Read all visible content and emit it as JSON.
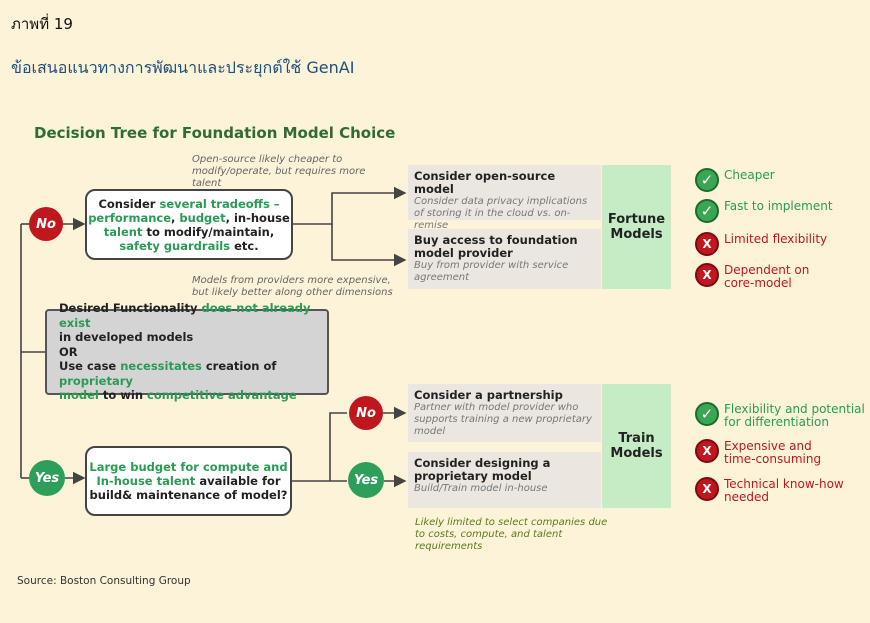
{
  "figure_label": "ภาพที่ 19",
  "page_heading": "ข้อเสนอแนวทางการพัฒนาและประยุกต์ใช้ GenAI",
  "diagram": {
    "title": "Decision Tree for Foundation Model Choice",
    "root_box": {
      "line1_a": "Desired Functionality ",
      "line1_b": "does not already exist",
      "line2": "in developed models",
      "line3": "OR",
      "line4_a": "Use case ",
      "line4_b": "necessitates",
      "line4_c": " creation of ",
      "line4_d": "proprietary",
      "line5_a": "model",
      "line5_b": " to win ",
      "line5_c": "competitive advantage"
    },
    "no_label": "No",
    "yes_label": "Yes",
    "tradeoff_box": {
      "p1": "Consider ",
      "p2": "several tradeoffs –",
      "p3": "performance",
      "p4": ", ",
      "p5": "budget",
      "p6": ", in-house",
      "p7": "talent",
      "p8": " to modify/maintain,",
      "p9": "safety guardrails",
      "p10": " etc."
    },
    "budget_box": {
      "p1": "Large budget for compute and",
      "p2": "In-house talent",
      "p3": " available for",
      "p4": "build& maintenance of model?"
    },
    "notes": {
      "open_source": "Open-source likely cheaper to modify/operate, but requires more talent",
      "providers": "Models from providers more expensive, but likely better along other dimensions",
      "limited": "Likely limited to select companies due to costs, compute, and talent requirements"
    },
    "options": {
      "open_source": {
        "title": "Consider open-source model",
        "sub": "Consider data privacy implications of storing it in the cloud vs. on-remise"
      },
      "buy_access": {
        "title": "Buy access to foundation model provider",
        "sub": "Buy from provider with service agreement"
      },
      "partnership": {
        "title": "Consider a partnership",
        "sub": "Partner with model provider who supports training a new proprietary model"
      },
      "design": {
        "title": "Consider designing a proprietary model",
        "sub": "Build/Train model in-house"
      }
    },
    "results": {
      "fortune": "Fortune Models",
      "train": "Train Models"
    },
    "fortune_bullets": [
      {
        "type": "pro",
        "text": "Cheaper"
      },
      {
        "type": "pro",
        "text": "Fast to implement"
      },
      {
        "type": "con",
        "text": "Limited flexibility"
      },
      {
        "type": "con",
        "text": "Dependent on core-model"
      }
    ],
    "train_bullets": [
      {
        "type": "pro",
        "text": "Flexibility and potential for differentiation"
      },
      {
        "type": "con",
        "text": "Expensive and time-consuming"
      },
      {
        "type": "con",
        "text": "Technical know-how needed"
      }
    ]
  },
  "source": "Source: Boston Consulting Group",
  "colors": {
    "background": "#fdf3d9",
    "green_text": "#2b9a55",
    "red": "#c0171f",
    "yes_green": "#2e9e5b",
    "result_fill": "#c5ecc5",
    "title_green": "#2f6b35",
    "heading_blue": "#1f4e7a"
  }
}
